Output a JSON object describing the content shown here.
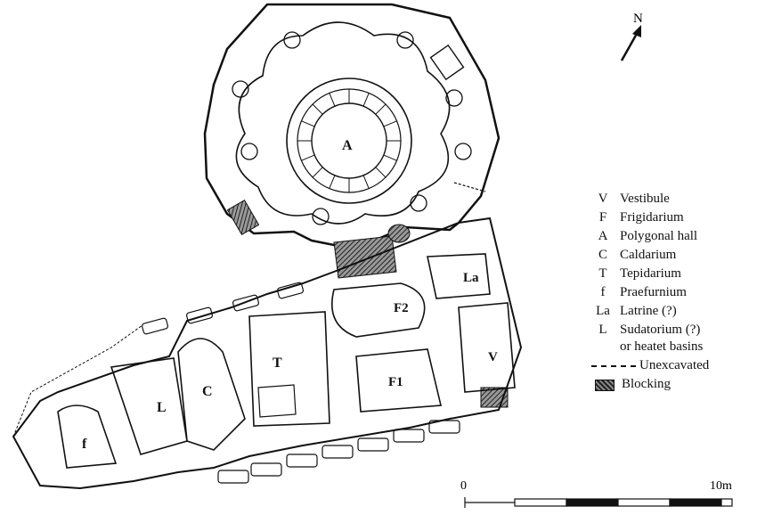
{
  "rooms": {
    "A": "A",
    "T": "T",
    "C": "C",
    "L": "L",
    "f": "f",
    "F1": "F1",
    "F2": "F2",
    "La": "La",
    "V": "V"
  },
  "north_label": "N",
  "legend": [
    {
      "code": "V",
      "text": "Vestibule"
    },
    {
      "code": "F",
      "text": "Frigidarium"
    },
    {
      "code": "A",
      "text": "Polygonal hall"
    },
    {
      "code": "C",
      "text": "Caldarium"
    },
    {
      "code": "T",
      "text": "Tepidarium"
    },
    {
      "code": "f",
      "text": "Praefurnium"
    },
    {
      "code": "La",
      "text": "Latrine (?)"
    },
    {
      "code": "L",
      "text": "Sudatorium (?)",
      "continuation": "or heatet basins"
    }
  ],
  "legend_line": {
    "text": "Unexcavated",
    "style": "dashed"
  },
  "legend_block": {
    "text": "Blocking",
    "style": "hatched"
  },
  "scale": {
    "start": "0",
    "end": "10m"
  }
}
